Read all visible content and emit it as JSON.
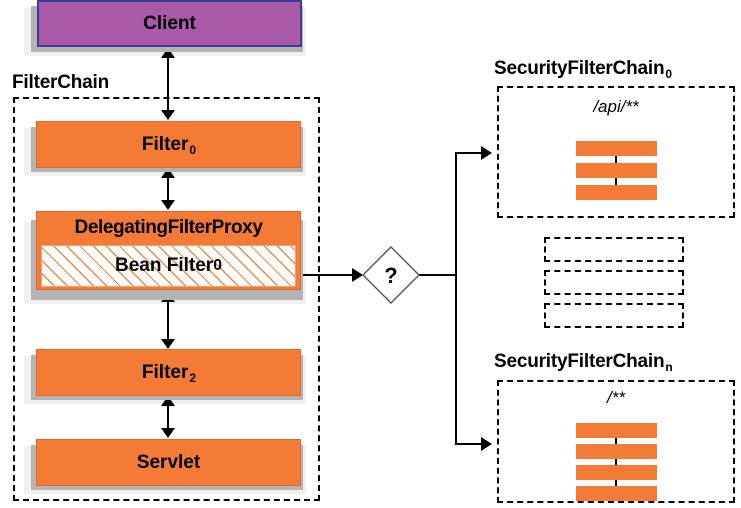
{
  "diagram": {
    "title": "Spring Security FilterChain delegation diagram",
    "colors": {
      "filter_orange": "#F47B35",
      "client_purple": "#A95BA9",
      "client_border": "#3C3C96",
      "shadow_gray": "#B4B4B4",
      "line_black": "#000000"
    }
  },
  "client": {
    "label": "Client"
  },
  "filter_chain": {
    "label": "FilterChain",
    "nodes": [
      {
        "id": "filter0",
        "label": "Filter",
        "subscript": "0",
        "kind": "filter"
      },
      {
        "id": "delegating_filter_proxy",
        "label": "DelegatingFilterProxy",
        "subscript": "",
        "kind": "proxy",
        "inner": {
          "label": "Bean Filter",
          "subscript": "0",
          "kind": "bean-filter"
        }
      },
      {
        "id": "filter2",
        "label": "Filter",
        "subscript": "2",
        "kind": "filter"
      },
      {
        "id": "servlet",
        "label": "Servlet",
        "subscript": "",
        "kind": "servlet"
      }
    ]
  },
  "decision": {
    "label": "?"
  },
  "security_chains": [
    {
      "id": "security_filter_chain_0",
      "label": "SecurityFilterChain",
      "subscript": "0",
      "path_pattern": "/api/**",
      "filter_count": 3
    },
    {
      "id": "security_filter_chain_n",
      "label": "SecurityFilterChain",
      "subscript": "n",
      "path_pattern": "/**",
      "filter_count": 4
    }
  ],
  "placeholder_rows": 3
}
